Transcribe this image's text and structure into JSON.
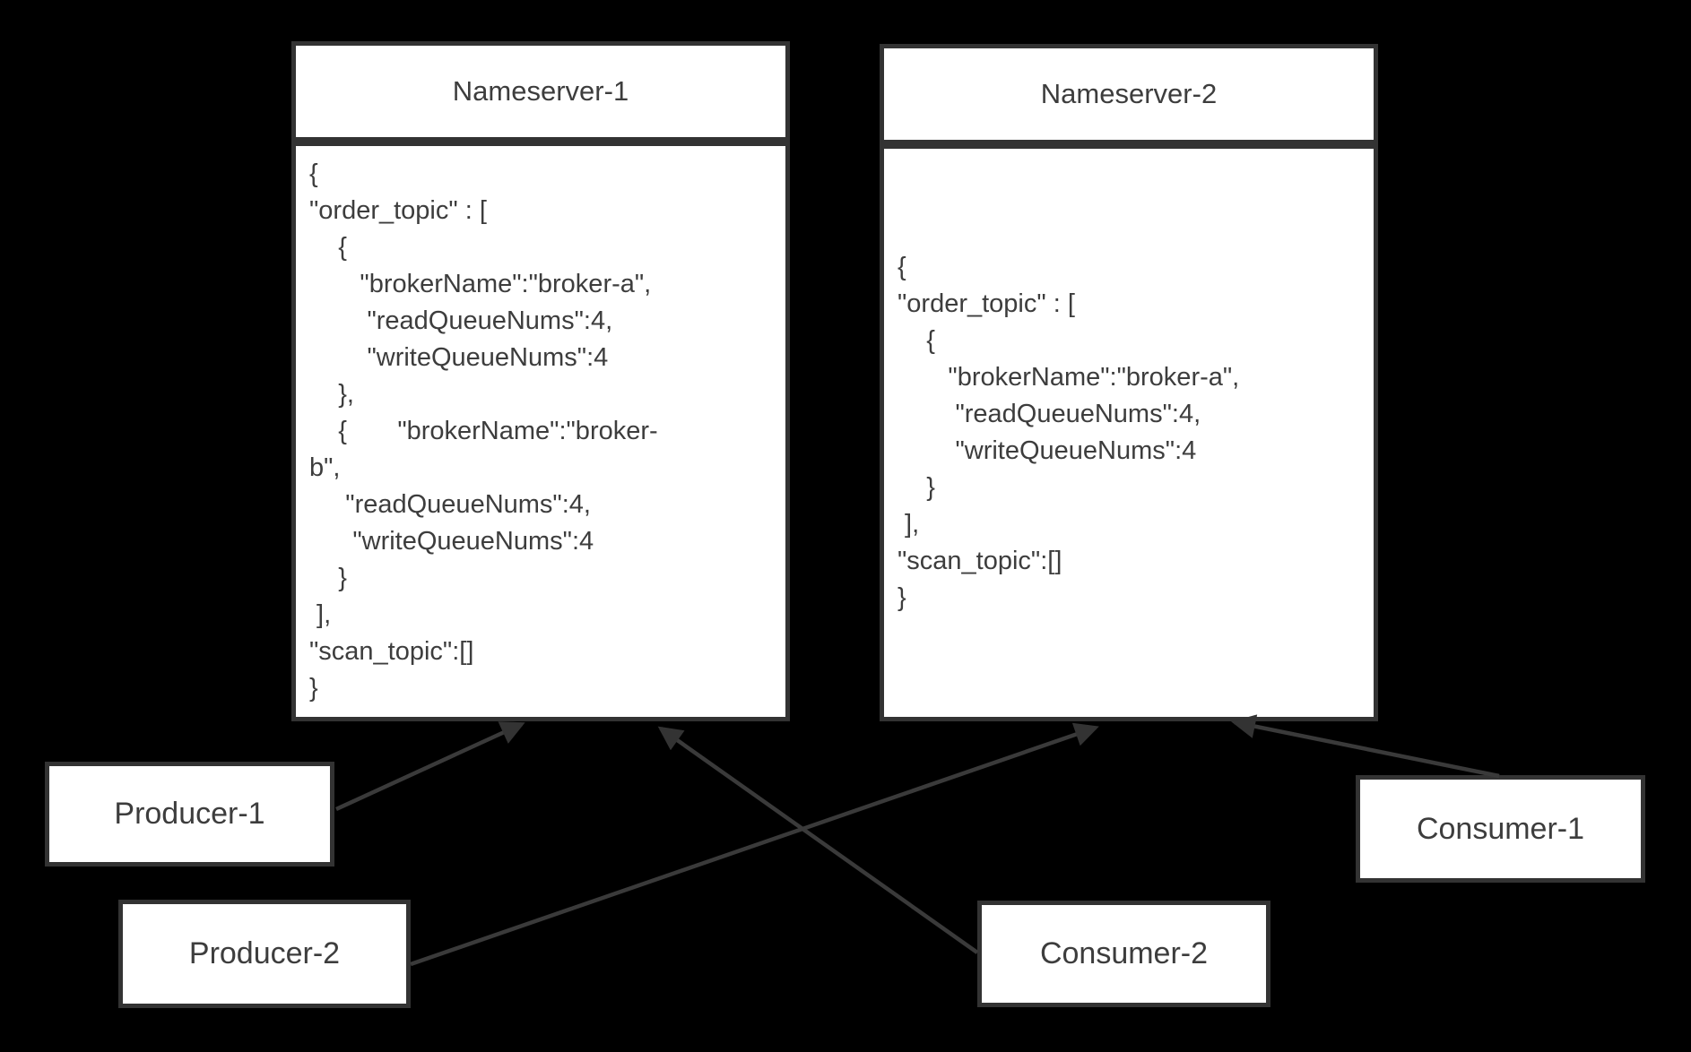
{
  "diagram": {
    "background_color": "#000000",
    "box_fill_color": "#ffffff",
    "box_border_color": "#333333",
    "text_color": "#3d3d3d",
    "arrow_color": "#3a3a3a",
    "nameservers": [
      {
        "title": "Nameserver-1",
        "body": "{\n\"order_topic\" : [\n    {\n       \"brokerName\":\"broker-a\",\n        \"readQueueNums\":4,\n        \"writeQueueNums\":4\n    },\n    {       \"brokerName\":\"broker-\nb\",\n     \"readQueueNums\":4,\n      \"writeQueueNums\":4\n    }\n ],\n\"scan_topic\":[]\n}"
      },
      {
        "title": "Nameserver-2",
        "body": "{\n\"order_topic\" : [\n    {\n       \"brokerName\":\"broker-a\",\n        \"readQueueNums\":4,\n        \"writeQueueNums\":4\n    }\n ],\n\"scan_topic\":[]\n}"
      }
    ],
    "clients": [
      {
        "label": "Producer-1"
      },
      {
        "label": "Producer-2"
      },
      {
        "label": "Consumer-1"
      },
      {
        "label": "Consumer-2"
      }
    ],
    "connections": [
      {
        "from": "Producer-1",
        "to": "Nameserver-1"
      },
      {
        "from": "Producer-2",
        "to": "Nameserver-2"
      },
      {
        "from": "Consumer-1",
        "to": "Nameserver-2"
      },
      {
        "from": "Consumer-2",
        "to": "Nameserver-1"
      }
    ]
  }
}
